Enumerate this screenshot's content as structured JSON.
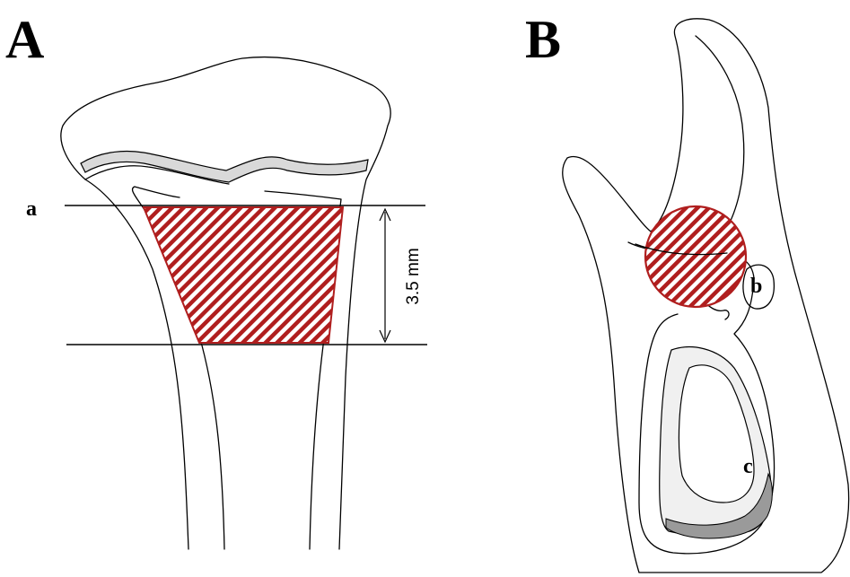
{
  "panels": {
    "a": {
      "letter": "A",
      "label_a": "a",
      "dimension": "3.5 mm"
    },
    "b": {
      "letter": "B",
      "label_b": "b",
      "label_c": "c"
    }
  },
  "colors": {
    "hatch": "#b01e1e",
    "cartilage": "#d9d9d9",
    "cortex_shadow": "#9a9a9a",
    "marrow_ring": "#f0f0f0"
  }
}
